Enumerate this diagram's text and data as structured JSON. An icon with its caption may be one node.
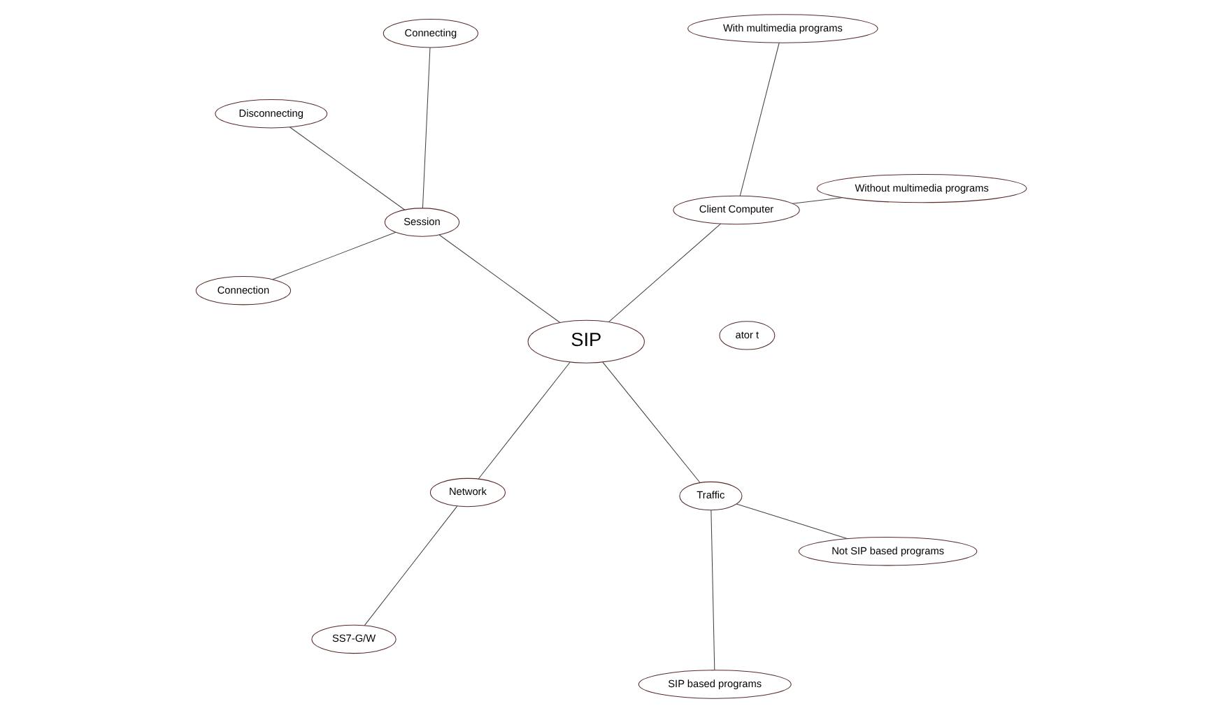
{
  "diagram": {
    "nodes": [
      {
        "text": [
          "SS7-G/W"
        ]
      },
      {
        "text": [
          "Network"
        ]
      },
      {
        "text": [
          "ator t"
        ]
      },
      {
        "text": [
          "SIP"
        ]
      },
      {
        "text": [
          "Session"
        ]
      },
      {
        "text": [
          "Connecting"
        ]
      },
      {
        "text": [
          "Disconnecting"
        ]
      },
      {
        "text": [
          "Connection"
        ]
      },
      {
        "text": [
          "Traffic"
        ]
      },
      {
        "text": [
          "SIP based programs"
        ]
      },
      {
        "text": [
          "Not SIP based programs"
        ]
      },
      {
        "text": [
          "Client Computer"
        ]
      },
      {
        "text": [
          "With multimedia programs"
        ]
      },
      {
        "text": [
          "Without multimedia programs"
        ]
      }
    ],
    "edges": [
      {
        "from": 0,
        "to": 1,
        "arrow": "none"
      },
      {
        "from": 1,
        "to": 3,
        "arrow": "none"
      },
      {
        "from": 3,
        "to": 4,
        "arrow": "none"
      },
      {
        "from": 4,
        "to": 5,
        "arrow": "none"
      },
      {
        "from": 4,
        "to": 6,
        "arrow": "none"
      },
      {
        "from": 4,
        "to": 7,
        "arrow": "none"
      },
      {
        "from": 3,
        "to": 8,
        "arrow": "none"
      },
      {
        "from": 8,
        "to": 9,
        "arrow": "none"
      },
      {
        "from": 8,
        "to": 10,
        "arrow": "none"
      },
      {
        "from": 3,
        "to": 11,
        "arrow": "none"
      },
      {
        "from": 11,
        "to": 12,
        "arrow": "none"
      },
      {
        "from": 11,
        "to": 13,
        "arrow": "none"
      }
    ]
  }
}
